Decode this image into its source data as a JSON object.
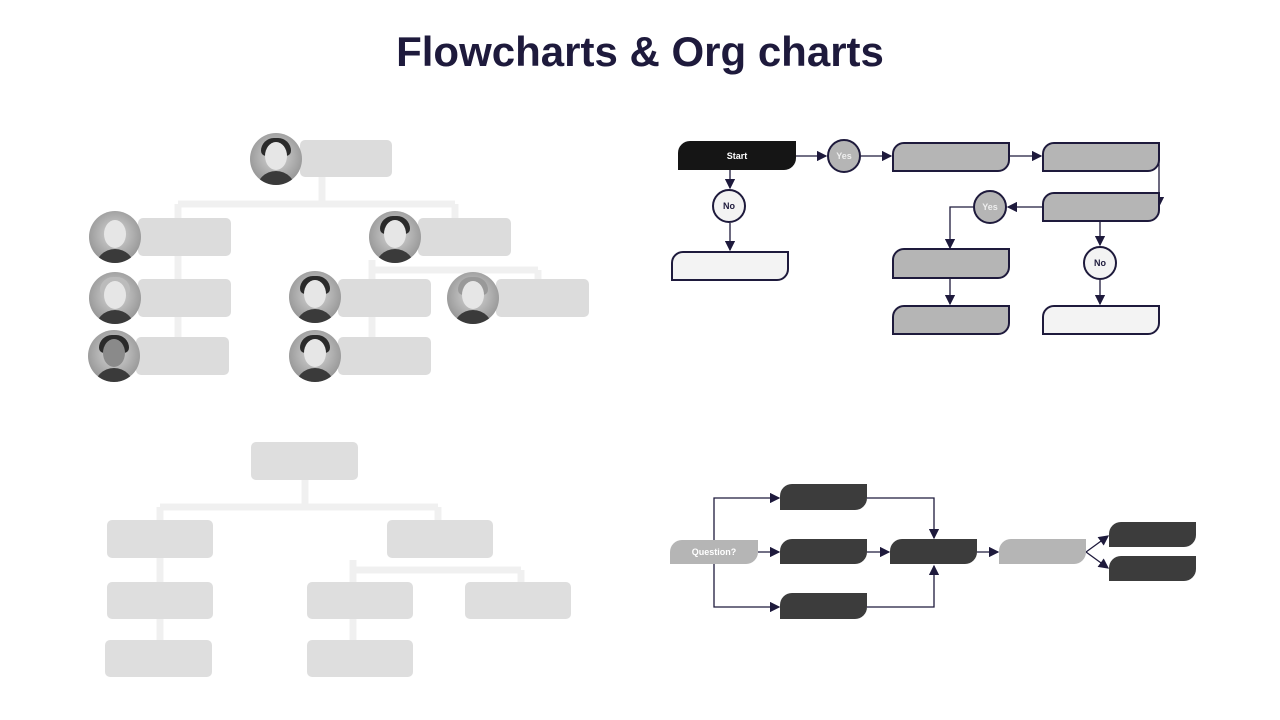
{
  "title": "Flowcharts & Org charts",
  "flowchart_top": {
    "start": "Start",
    "yes1": "Yes",
    "no1": "No",
    "yes2": "Yes",
    "no2": "No"
  },
  "flowchart_bottom": {
    "question": "Question?"
  },
  "colors": {
    "title": "#1e1a3c",
    "stroke": "#1e1a3c",
    "dark": "#151515",
    "mid": "#b5b5b5",
    "light": "#f3f3f3",
    "darkbox": "#3c3c3c",
    "org_box": "#dcdcdc",
    "org_line": "#f0f0f0"
  }
}
